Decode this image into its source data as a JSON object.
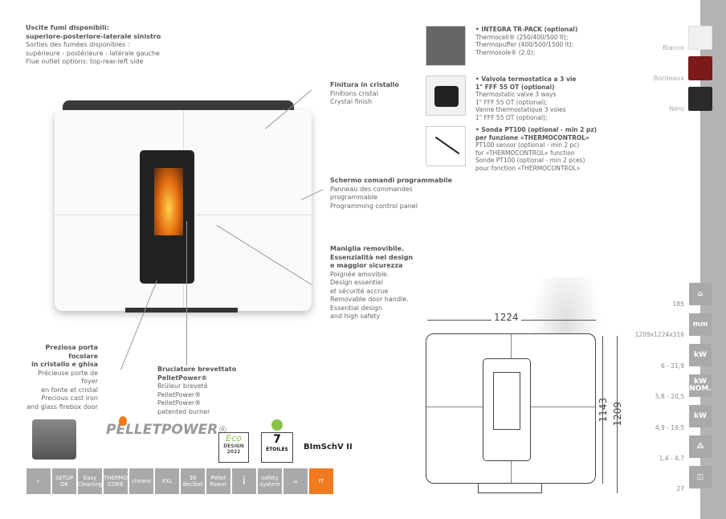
{
  "flue": {
    "title1": "Uscite fumi disponibili:",
    "title2": "superiore-posteriore-laterale sinistro",
    "fr1": "Sorties des fumées disponibles :",
    "fr2": "supérieure - postérieure - latérale gauche",
    "en": "Flue outlet options: top-rear-left side"
  },
  "crystal": {
    "it": "Finitura in cristallo",
    "fr": "Finitions cristal",
    "en": "Crystal finish"
  },
  "panel": {
    "it": "Schermo comandi programmabile",
    "fr1": "Panneau des commandes",
    "fr2": "programmable",
    "en": "Programming control panel"
  },
  "handle": {
    "it1": "Maniglia removibile.",
    "it2": "Essenzialità nel design",
    "it3": "e maggior sicurezza",
    "l1": "Poignée amovible.",
    "l2": "Design essentiel",
    "l3": "et sécurité accrue",
    "l4": "Removable door handle.",
    "l5": "Essential design",
    "l6": "and high safety"
  },
  "door": {
    "it1": "Preziosa porta focolare",
    "it2": "in cristallo e ghisa",
    "l1": "Précieuse porte de foyer",
    "l2": "en fonte et cristal",
    "l3": "Precious cast iron",
    "l4": "and glass firebox door"
  },
  "burner": {
    "it1": "Bruciatore brevettato",
    "it2": "PelletPower®",
    "l1": "Brûleur breveté",
    "l2": "PelletPower®",
    "l3": "PelletPower®",
    "l4": "patented burner"
  },
  "accessories": [
    {
      "title": "• INTEGRA TR-PACK (optional)",
      "lines": [
        "Thermocell® (250/400/500 lt);",
        "Thermopuffer (400/500/1500 lt);",
        "Thermosole® (2.0);"
      ]
    },
    {
      "title": "• Valvola termostatica a 3 vie",
      "title2": "1\" FFF 55 OT (optional)",
      "lines": [
        "Thermostatic valve 3 ways",
        "1\" FFF 55 OT (optional);",
        "Vanne thermostatique 3 voies",
        "1\" FFF 55 OT (optional);"
      ]
    },
    {
      "title": "• Sonda PT100 (optional - min 2 pz)",
      "title2": "per funzione «THERMOCONTROL»",
      "lines": [
        "PT100 sensor (optional - min 2 pc)",
        "for «THERMOCONTROL» function",
        "Sonde PT100 (optional - min 2 pces)",
        "pour fonction «THERMOCONTROL»"
      ]
    }
  ],
  "colors": [
    {
      "label": "Bianco",
      "hex": "#f0f0f0"
    },
    {
      "label": "Bordeaux",
      "hex": "#7a1a1a"
    },
    {
      "label": "Nero",
      "hex": "#2a2a2a"
    }
  ],
  "specs": [
    {
      "icon": "house-icon",
      "value": "185"
    },
    {
      "icon": "dimensions-icon",
      "value": "1209x1224x316",
      "icon_text": "mm"
    },
    {
      "icon": "fire-kw-icon",
      "value": "6 - 21,9",
      "icon_text": "kW"
    },
    {
      "icon": "kw-nominal-icon",
      "value": "5,8 - 20,5",
      "icon_text": "kW NOM."
    },
    {
      "icon": "water-kw-icon",
      "value": "4,9 - 19,5",
      "icon_text": "kW"
    },
    {
      "icon": "pellets-icon",
      "value": "1,4 - 4,7"
    },
    {
      "icon": "hopper-icon",
      "value": "27"
    }
  ],
  "drawing": {
    "width": "1224",
    "h1": "1143",
    "h2": "1209"
  },
  "logos": {
    "pelletpower": "PELLETPOWER",
    "reg": "®",
    "eco1": "Eco",
    "eco2": "DESIGN",
    "eco3": "2022",
    "stars1": "7",
    "stars2": "ÉTOILES",
    "bimsch": "BImSchV II"
  },
  "features": [
    "",
    "SETUP OK",
    "Easy Cleaning",
    "THERMO CORE",
    "chrono",
    "XXL",
    "36 decibel",
    "Pellet Power",
    "i",
    "safety system",
    "",
    "IT"
  ]
}
